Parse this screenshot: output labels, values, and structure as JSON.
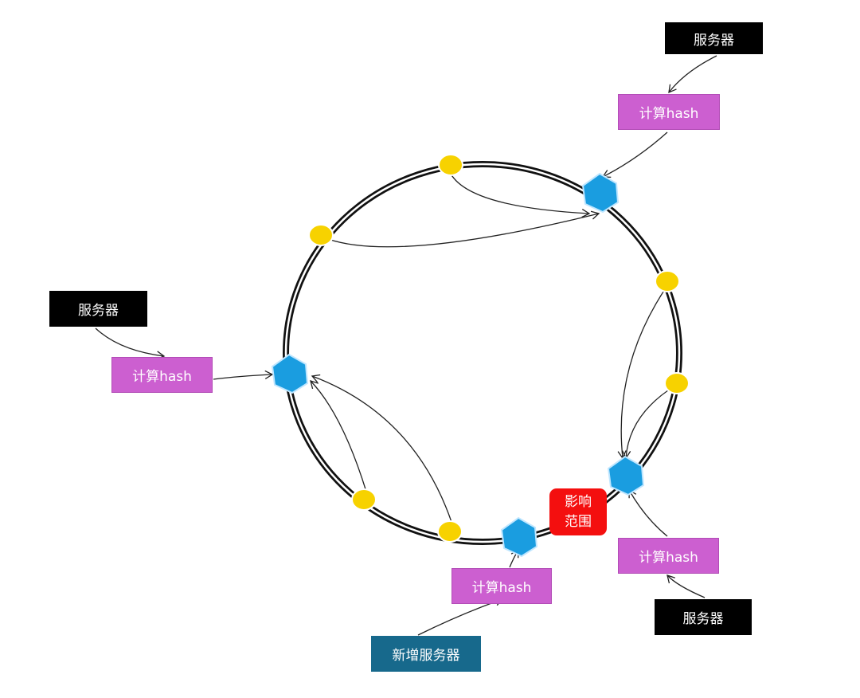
{
  "labels": {
    "server": "服务器",
    "compute_hash": "计算hash",
    "new_server": "新增服务器",
    "impact_line1": "影响",
    "impact_line2": "范围"
  },
  "colors": {
    "server_bg": "#000000",
    "hash_bg": "#cc5fd0",
    "new_server_bg": "#17698c",
    "impact_bg": "#f40f0f",
    "server_node": "#1a9de0",
    "data_node": "#f7d200"
  }
}
